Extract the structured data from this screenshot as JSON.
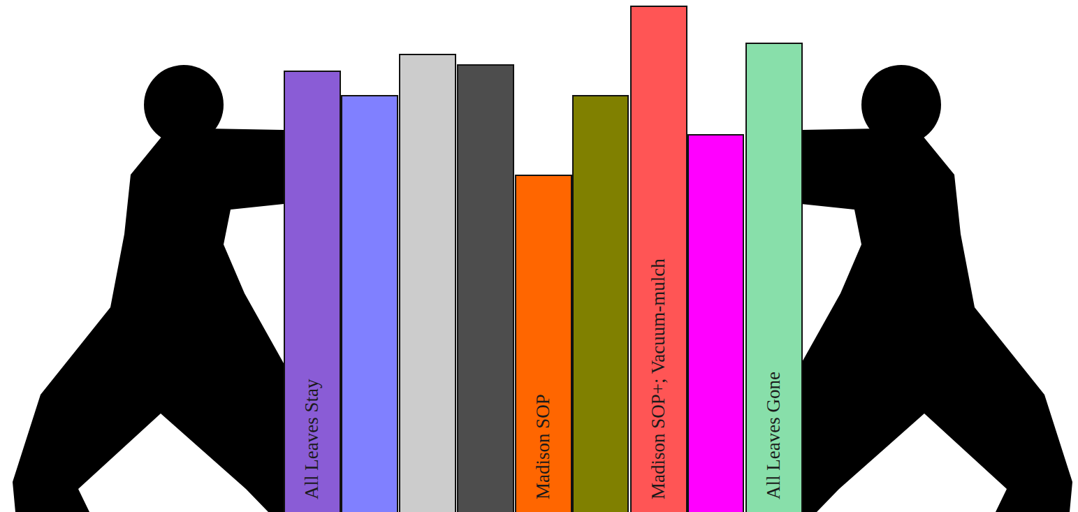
{
  "diagram": {
    "nodes": [
      {
        "text": [
          "All Leaves Stay"
        ]
      },
      {
        "text": [
          "Madison SOP"
        ]
      },
      {
        "text": [
          "Madison SOP+; Vacuum-mulch"
        ]
      },
      {
        "text": [
          "All Leaves Gone"
        ]
      }
    ]
  }
}
